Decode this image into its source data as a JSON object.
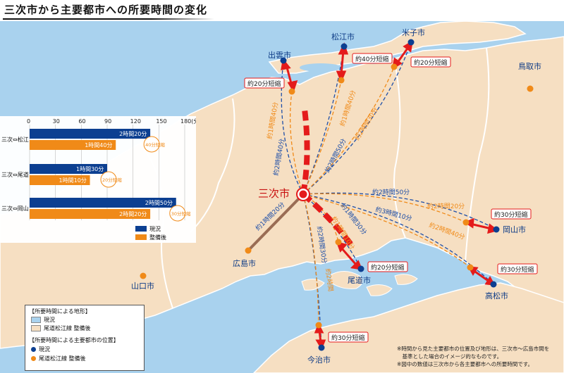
{
  "title": "三次市から主要都市への所要時間の変化",
  "colors": {
    "sea": "#a9d2ee",
    "land": "#f6dfc2",
    "land_border": "#ffffff",
    "current": "#0c3f91",
    "after": "#f08a18",
    "red": "#e41b1b",
    "route_blue": "#1d4ea8",
    "road": "#9a6d55"
  },
  "hub": {
    "label": "三次市"
  },
  "cities": [
    {
      "id": "izumo",
      "label": "出雲市"
    },
    {
      "id": "matsue",
      "label": "松江市"
    },
    {
      "id": "yonago",
      "label": "米子市"
    },
    {
      "id": "tottori",
      "label": "鳥取市"
    },
    {
      "id": "hiroshima",
      "label": "広島市"
    },
    {
      "id": "yamaguchi",
      "label": "山口市"
    },
    {
      "id": "onomichi",
      "label": "尾道市"
    },
    {
      "id": "okayama",
      "label": "岡山市"
    },
    {
      "id": "takamatsu",
      "label": "高松市"
    },
    {
      "id": "imabari",
      "label": "今治市"
    }
  ],
  "route_labels": [
    {
      "text": "約2時間40分",
      "color": "blue"
    },
    {
      "text": "約1時間40分",
      "color": "orange"
    },
    {
      "text": "約1時間40分",
      "color": "orange"
    },
    {
      "text": "約2時間50分",
      "color": "blue"
    },
    {
      "text": "約2時間30分",
      "color": "orange"
    },
    {
      "text": "約2時間50分",
      "color": "blue"
    },
    {
      "text": "約2時間20分",
      "color": "orange"
    },
    {
      "text": "約3時間10分",
      "color": "blue"
    },
    {
      "text": "約2時間40分",
      "color": "orange"
    },
    {
      "text": "約1時間20分",
      "color": "blue"
    },
    {
      "text": "約1時間30分",
      "color": "blue"
    },
    {
      "text": "約1時間10分",
      "color": "orange"
    },
    {
      "text": "約2時間30分",
      "color": "blue"
    },
    {
      "text": "約2時間",
      "color": "orange"
    }
  ],
  "savings": [
    {
      "id": "s1",
      "text": "約20分短縮"
    },
    {
      "id": "s2",
      "text": "約40分短縮"
    },
    {
      "id": "s3",
      "text": "約20分短縮"
    },
    {
      "id": "s4",
      "text": "約30分短縮"
    },
    {
      "id": "s5",
      "text": "約20分短縮"
    },
    {
      "id": "s6",
      "text": "約30分短縮"
    },
    {
      "id": "s7",
      "text": "約30分短縮"
    }
  ],
  "legend": {
    "header1": "【所要時間による地形】",
    "item_current": "現況",
    "item_after": "尾道松江線 整備後",
    "header2": "【所要時間による主要都市の位置】",
    "dot_current": "現況",
    "dot_after": "尾道松江線 整備後"
  },
  "notes": [
    "※時間から見た主要都市の位置及び地形は、三次市～広島市間を",
    "　基準とした場合のイメージ的なものです。",
    "※図中の数値は三次市から各主要都市への所要時間です。"
  ],
  "chart_data": {
    "type": "bar",
    "orientation": "horizontal",
    "x_unit": "(分)",
    "xlim": [
      0,
      180
    ],
    "xticks": [
      0,
      30,
      60,
      90,
      120,
      150,
      180
    ],
    "categories": [
      "三次⇔松江",
      "三次⇔尾道",
      "三次⇔岡山"
    ],
    "series": [
      {
        "name": "現況",
        "values": [
          140,
          90,
          170
        ],
        "labels": [
          "2時間20分",
          "1時間30分",
          "2時間50分"
        ],
        "color": "#0c3f91"
      },
      {
        "name": "整備後",
        "values": [
          100,
          70,
          140
        ],
        "labels": [
          "1時間40分",
          "1時間10分",
          "2時間20分"
        ],
        "color": "#f08a18"
      }
    ],
    "savings": [
      "40分短縮",
      "20分短縮",
      "30分短縮"
    ],
    "legend_labels": [
      "現況",
      "整備後"
    ]
  }
}
